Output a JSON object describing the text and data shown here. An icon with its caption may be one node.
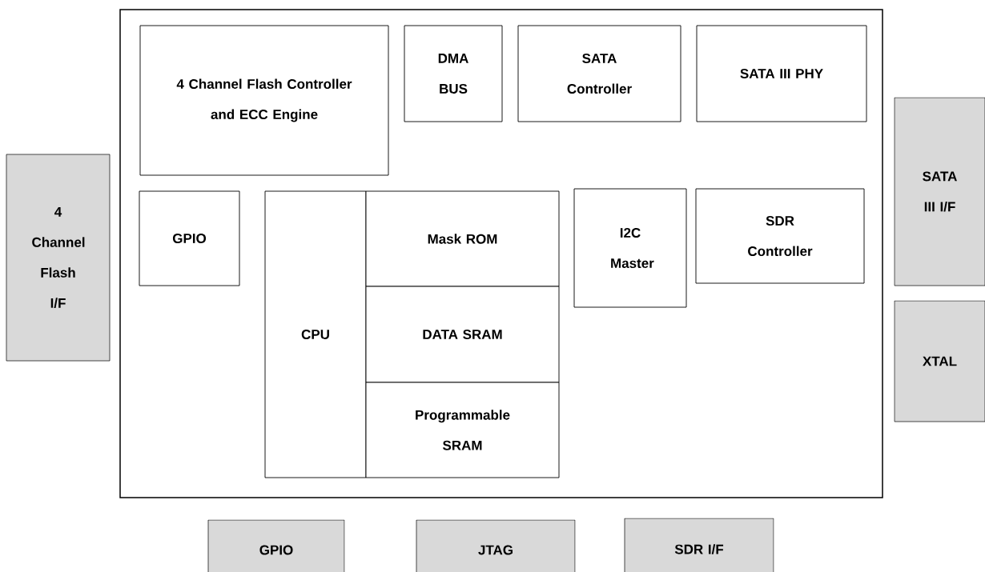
{
  "diagram": {
    "nodes": [
      {
        "text": [],
        "shape": "box"
      },
      {
        "text": [
          "4 Channel Flash Controller and ECC Engine"
        ],
        "in": 0
      },
      {
        "text": [
          "DMA BUS"
        ],
        "in": 0
      },
      {
        "text": [
          "SATA Controller"
        ],
        "in": 0
      },
      {
        "text": [
          "SATA III PHY"
        ],
        "in": 0
      },
      {
        "text": [
          "GPIO"
        ],
        "in": 0
      },
      {
        "text": [
          "CPU"
        ],
        "in": 0
      },
      {
        "text": [
          "Mask ROM"
        ],
        "in": 0
      },
      {
        "text": [
          "DATA SRAM"
        ],
        "in": 0
      },
      {
        "text": [
          "Programmable SRAM"
        ],
        "in": 0
      },
      {
        "text": [
          "I2C Master"
        ],
        "in": 0
      },
      {
        "text": [
          "SDR Controller"
        ],
        "in": 0
      },
      {
        "text": [
          "4 Channel Flash I/F"
        ]
      },
      {
        "text": [
          "SATA III I/F"
        ]
      },
      {
        "text": [
          "XTAL"
        ]
      },
      {
        "text": [
          "GPIO"
        ]
      },
      {
        "text": [
          "JTAG"
        ]
      },
      {
        "text": [
          "SDR I/F"
        ]
      }
    ]
  }
}
